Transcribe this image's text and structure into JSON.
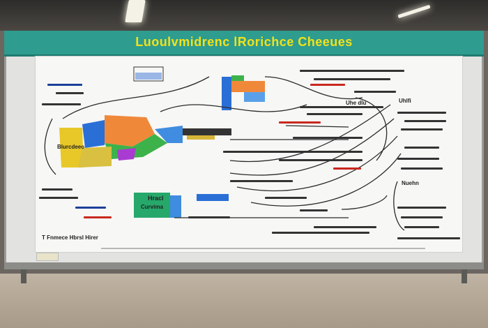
{
  "board": {
    "title": "Luoulvmidrenc lRorichce Cheeues"
  },
  "labels": {
    "left_map": "Blurcdeeo",
    "center_box_top": "Hracl",
    "center_box_bottom": "Curvima",
    "right_top": "Uhlfi",
    "right_mid": "Nuehn",
    "right_hdr": "Uhe dlu",
    "bottom_left": "T Fnmece Hbrsl Hirer"
  },
  "colors": {
    "header": "#2e9c8f",
    "title": "#f2e21a",
    "map_orange": "#f0883a",
    "map_yellow": "#e8c828",
    "map_green": "#3db24a",
    "map_blue": "#2a6fd6",
    "map_purple": "#a93bd2"
  }
}
